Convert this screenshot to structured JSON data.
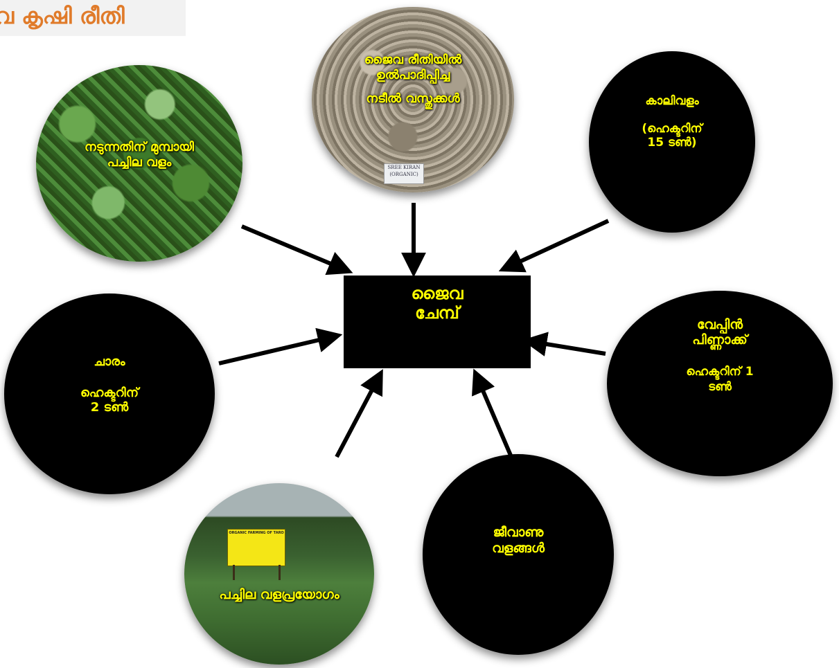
{
  "title": "വ കൃഷി രീതി",
  "center": {
    "line1": "ജൈവ",
    "line2": "ചേമ്പ്"
  },
  "nodes": {
    "green_manure": {
      "line1": "നടുന്നതിന് മുമ്പായി",
      "line2": "പച്ചില വളം"
    },
    "planting_material": {
      "line1": "ജൈവ രീതിയിൽ",
      "line2": "ഉൽപാദിപ്പിച്ച",
      "line3": "നടീൽ വസ്തുക്കൾ",
      "tag1": "SREE KIRAN",
      "tag2": "(ORGANIC)"
    },
    "cattle_manure": {
      "line1": "കാലിവളം",
      "line2": "(ഹെക്ടറിന്",
      "line3": "15 ടൺ)"
    },
    "neem_cake": {
      "line1": "വേപ്പിൻ",
      "line2": "പിണ്ണാക്ക്",
      "line3": "ഹെക്ടറിന് 1",
      "line4": "ടൺ"
    },
    "biofertilizer": {
      "line1": "ജീവാണു",
      "line2": "വളങ്ങൾ"
    },
    "green_leaf_application": {
      "line1": "പച്ചില വളപ്രയോഗം",
      "sign": "ORGANIC FARMING OF TARO"
    },
    "ash": {
      "line1": "ചാരം",
      "line2": "ഹെക്ടറിന്",
      "line3": "2 ടൺ"
    }
  },
  "colors": {
    "label": "#ffff00",
    "title": "#e07b2a",
    "node": "#000000"
  }
}
